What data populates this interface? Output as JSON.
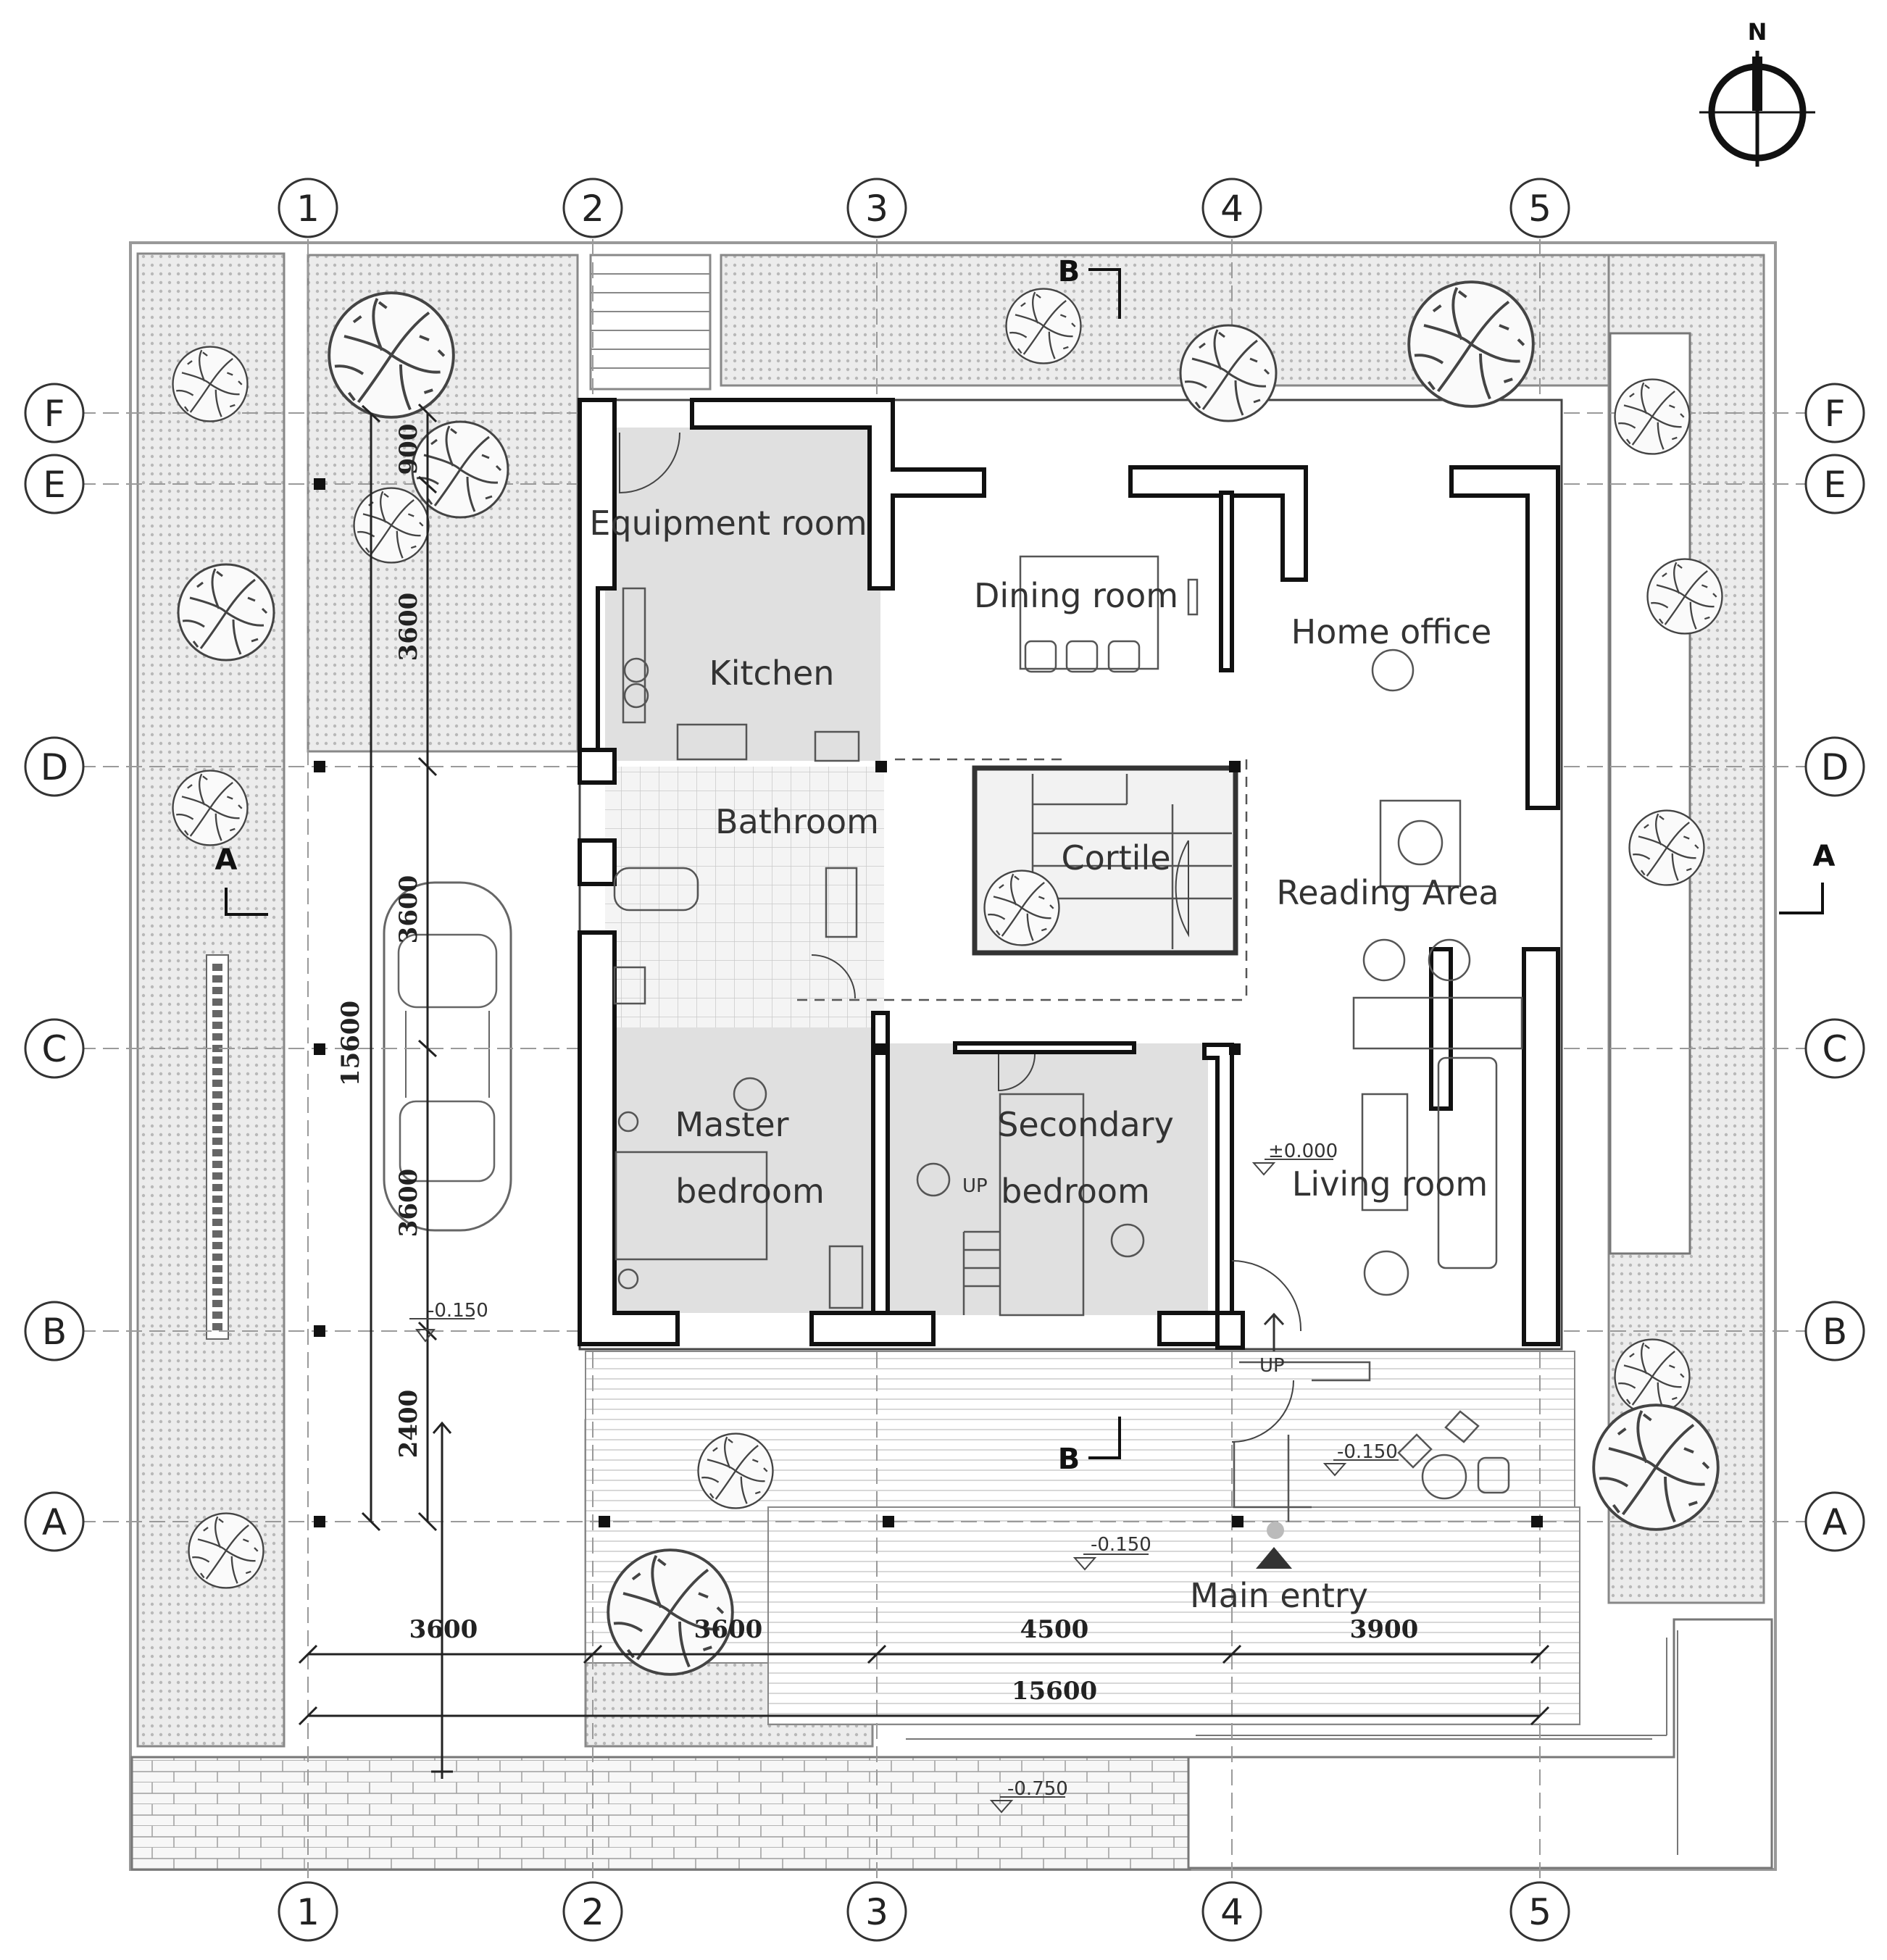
{
  "compass": {
    "label": "N"
  },
  "rooms": {
    "equipment": "Equipment room",
    "kitchen": "Kitchen",
    "dining": "Dining room",
    "home_office": "Home office",
    "bathroom": "Bathroom",
    "cortile": "Cortile",
    "reading": "Reading Area",
    "master_1": "Master",
    "master_2": "bedroom",
    "secondary_1": "Secondary",
    "secondary_2": "bedroom",
    "living": "Living room",
    "main_entry": "Main entry"
  },
  "grid": {
    "columns": [
      "1",
      "2",
      "3",
      "4",
      "5"
    ],
    "rows": [
      "F",
      "E",
      "D",
      "C",
      "B",
      "A"
    ]
  },
  "dimensions": {
    "bottom": [
      "3600",
      "3600",
      "4500",
      "3900"
    ],
    "total_bottom": "15600",
    "vertical": [
      "900",
      "3600",
      "3600",
      "3600",
      "2400"
    ],
    "total_vertical": "15600"
  },
  "levels": {
    "living": "±0.000",
    "garage": "-0.150",
    "porch": "-0.150",
    "deck": "-0.150",
    "street": "-0.750"
  },
  "markers": {
    "section_a": "A",
    "section_b": "B",
    "stair_up": "UP",
    "entry_up": "UP"
  }
}
